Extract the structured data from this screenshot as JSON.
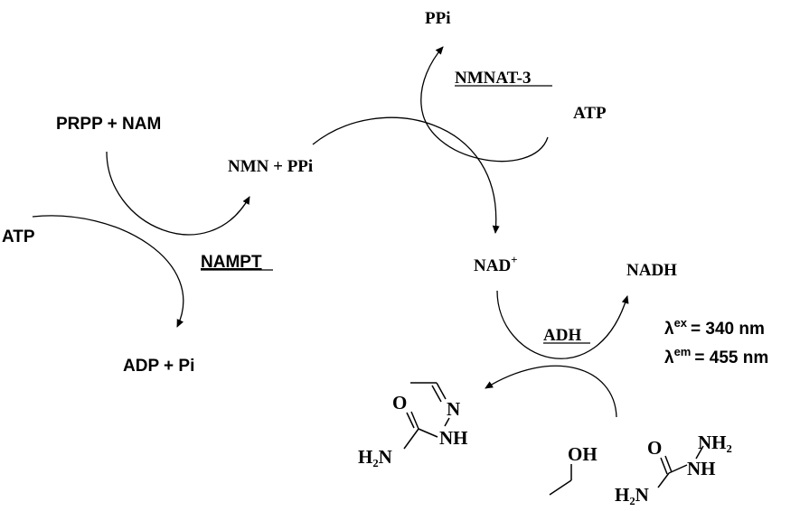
{
  "labels": {
    "prpp_nam": "PRPP + NAM",
    "atp_left": "ATP",
    "nmn_ppi": "NMN + PPi",
    "nampt": "NAMPT",
    "adp_pi": "ADP + Pi",
    "ppi_top": "PPi",
    "nmnat3": "NMNAT-3",
    "atp_right": "ATP",
    "nad": "NAD",
    "nad_sup": "+",
    "nadh": "NADH",
    "adh": "ADH",
    "ex_symbol": "λ",
    "ex_sup": "ex",
    "ex_value": "= 340 nm",
    "em_symbol": "λ",
    "em_sup": "em",
    "em_value": "= 455 nm"
  },
  "molecules": {
    "hydrazone": {
      "n_top": "N",
      "nh": "NH",
      "o": "O",
      "h2n": "H₂N"
    },
    "ethanol": {
      "oh": "OH"
    },
    "semicarbazide": {
      "o": "O",
      "nh2": "NH₂",
      "nh": "NH",
      "h2n": "H₂N"
    }
  },
  "colors": {
    "ink": "#000000",
    "background": "#ffffff"
  }
}
